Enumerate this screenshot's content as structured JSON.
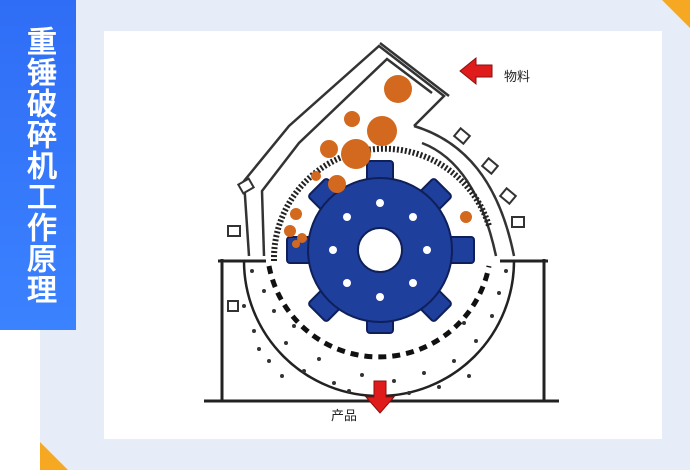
{
  "title": "重锤破碎机工作原理",
  "labels": {
    "material_in": "物料",
    "product_out": "产品"
  },
  "colors": {
    "title_bar": "#2f6df6",
    "accent_corner": "#f7a823",
    "rotor": "#1f3f9c",
    "material": "#d2691e",
    "arrow": "#e01b1b"
  },
  "icons": {
    "material_arrow": "arrow-left-icon",
    "product_arrow": "arrow-down-icon"
  }
}
